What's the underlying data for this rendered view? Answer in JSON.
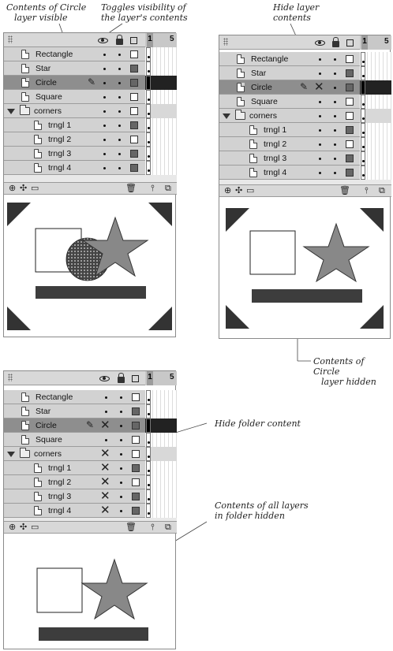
{
  "annotations": {
    "circle_visible": [
      "Contents of Circle",
      "layer visible"
    ],
    "toggles": [
      "Toggles visibility of",
      "the layer's contents"
    ],
    "hide_layer": [
      "Hide layer",
      "contents"
    ],
    "circle_hidden": [
      "Contents of Circle",
      "layer hidden"
    ],
    "hide_folder": "Hide folder content",
    "all_hidden": [
      "Contents of all layers",
      "in folder hidden"
    ]
  },
  "timeline": {
    "frame_one": "1",
    "frame_five": "5"
  },
  "layers": [
    {
      "name": "Rectangle",
      "type": "layer",
      "color": "white"
    },
    {
      "name": "Star",
      "type": "layer",
      "color": "gray"
    },
    {
      "name": "Circle",
      "type": "layer",
      "color": "gray"
    },
    {
      "name": "Square",
      "type": "layer",
      "color": "white"
    },
    {
      "name": "corners",
      "type": "folder",
      "color": "white"
    },
    {
      "name": "trngl 1",
      "type": "child",
      "color": "gray"
    },
    {
      "name": "trngl 2",
      "type": "child",
      "color": "white"
    },
    {
      "name": "trngl 3",
      "type": "child",
      "color": "gray"
    },
    {
      "name": "trngl 4",
      "type": "child",
      "color": "gray"
    }
  ],
  "panels": [
    {
      "id": "visible",
      "selected_layer": "Circle",
      "hidden": []
    },
    {
      "id": "circle_hidden",
      "selected_layer": "Circle",
      "hidden": [
        "Circle"
      ]
    },
    {
      "id": "folder_hidden",
      "selected_layer": "Circle",
      "hidden": [
        "Circle",
        "corners",
        "trngl 1",
        "trngl 2",
        "trngl 3",
        "trngl 4"
      ]
    }
  ],
  "icons": {
    "eye": "eye-icon",
    "lock": "lock-icon",
    "outline": "outline-square-icon",
    "pencil": "pencil-icon",
    "hidden": "x-mark-icon",
    "trash": "trash-icon"
  },
  "colors": {
    "panel_bg": "#d2d2d2",
    "selected_row": "#8e8e8e",
    "shape_fill": "#888888",
    "corner_fill": "#333333",
    "rectangle_fill": "#3d3d3d"
  }
}
